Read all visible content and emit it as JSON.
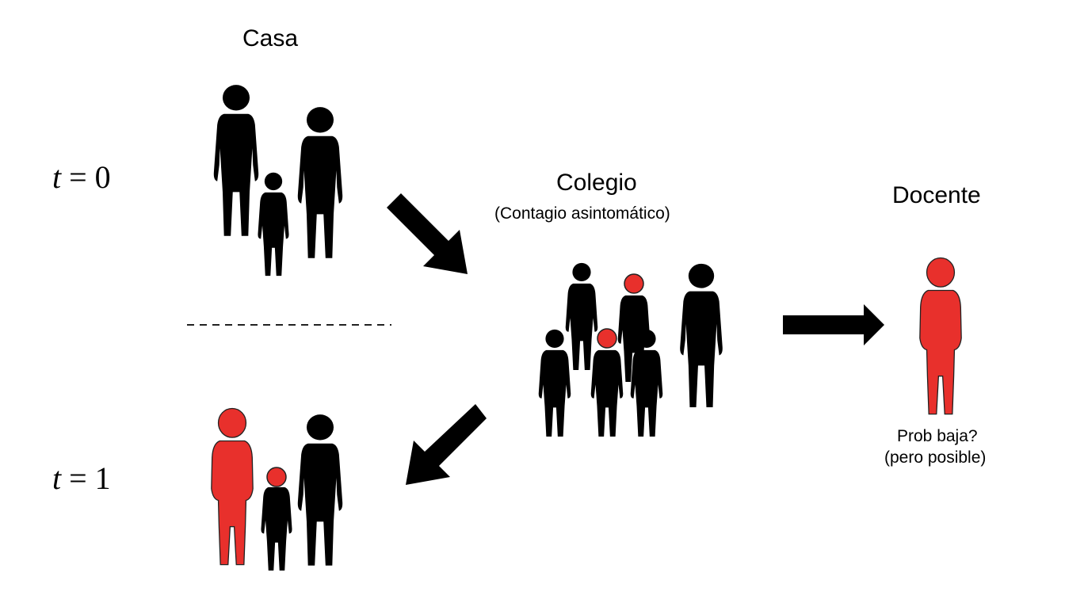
{
  "labels": {
    "casa": "Casa",
    "colegio": "Colegio",
    "colegio_sub": "(Contagio asintomático)",
    "docente": "Docente",
    "docente_note_1": "Prob baja?",
    "docente_note_2": "(pero posible)",
    "t0_var": "t",
    "t0_rest": " = 0",
    "t1_var": "t",
    "t1_rest": " = 1"
  },
  "colors": {
    "healthy": "#000000",
    "infected": "#e8302c",
    "arrow": "#000000"
  }
}
